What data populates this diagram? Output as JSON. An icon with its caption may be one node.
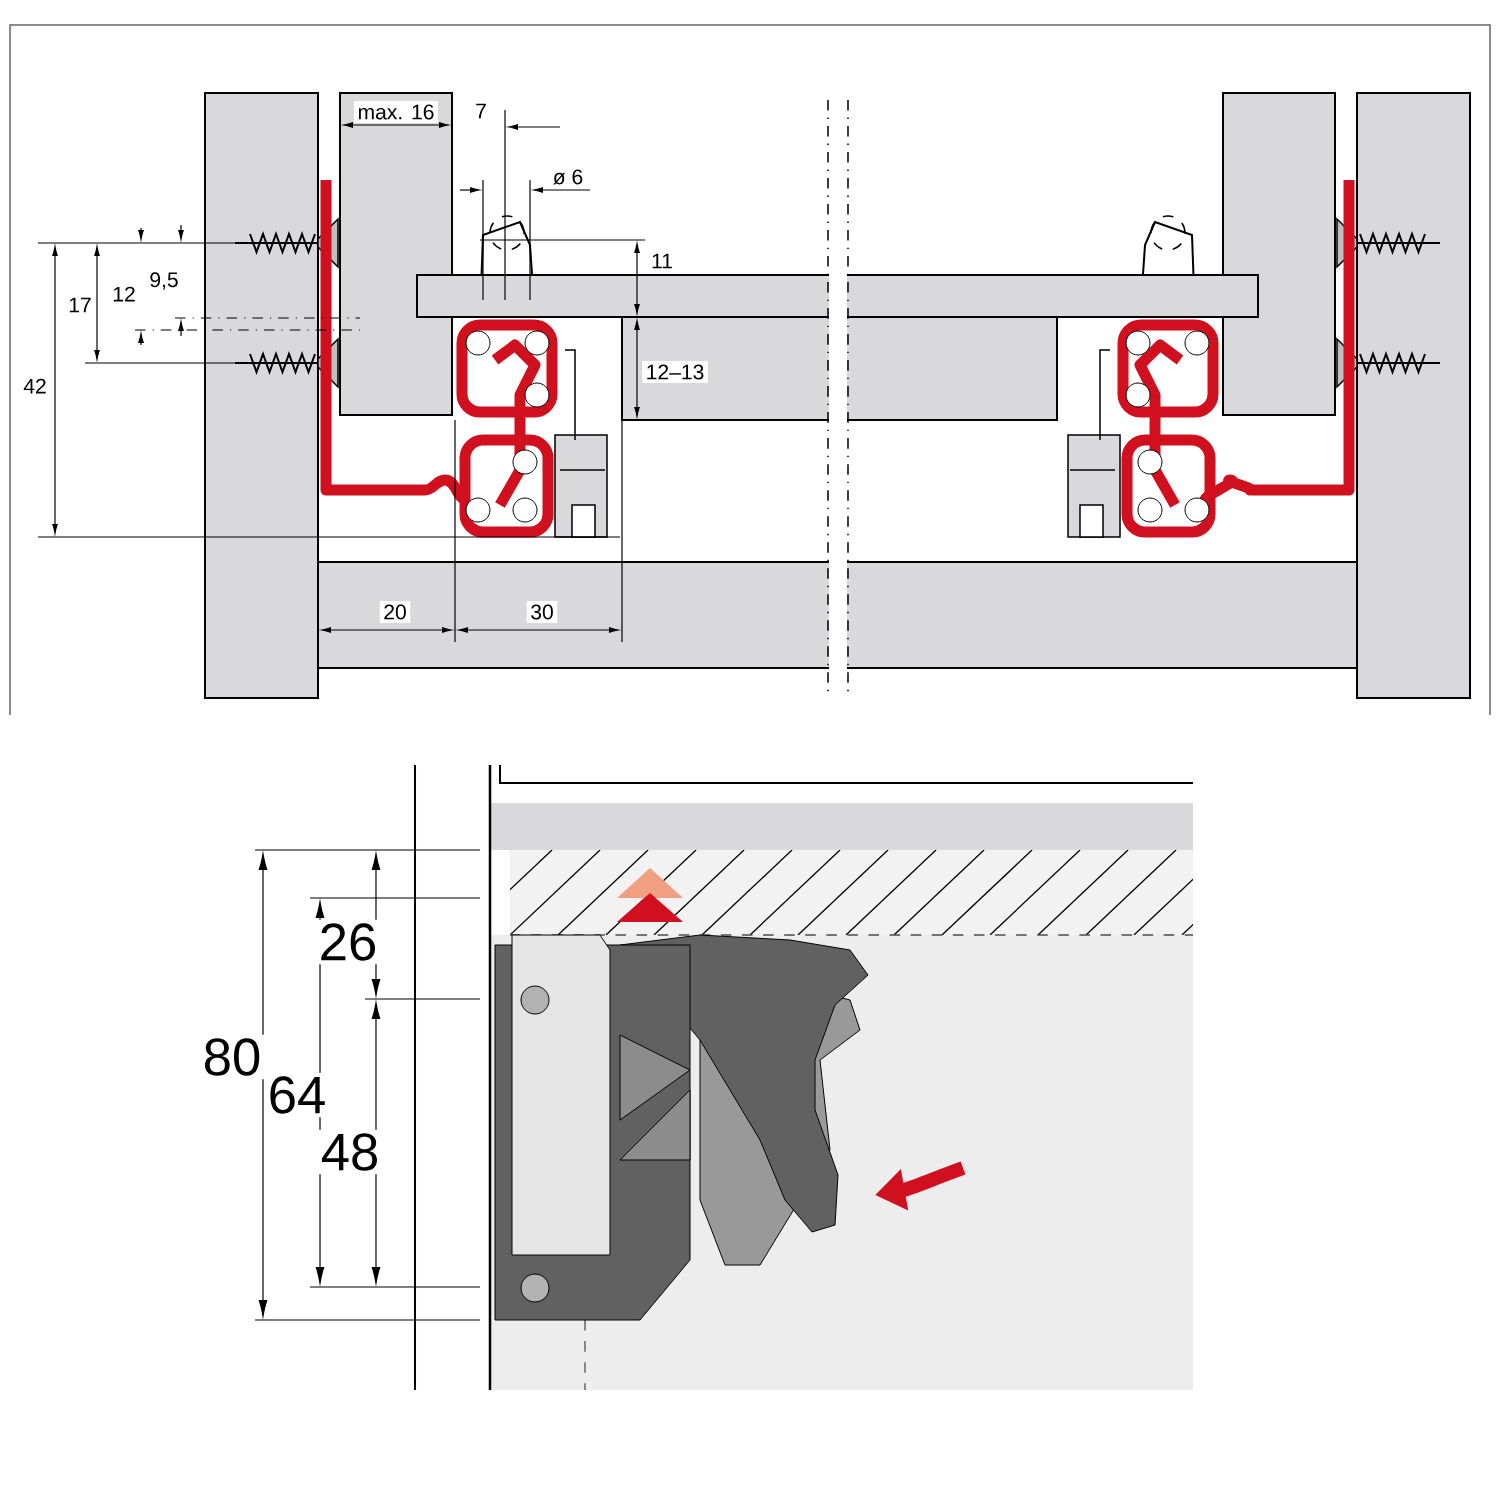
{
  "diagram": {
    "labels": [
      "max. 16",
      "7",
      "ø 6",
      "11",
      "9,5",
      "17",
      "12",
      "12–13",
      "42",
      "20",
      "30",
      "26",
      "80",
      "64",
      "48"
    ]
  }
}
